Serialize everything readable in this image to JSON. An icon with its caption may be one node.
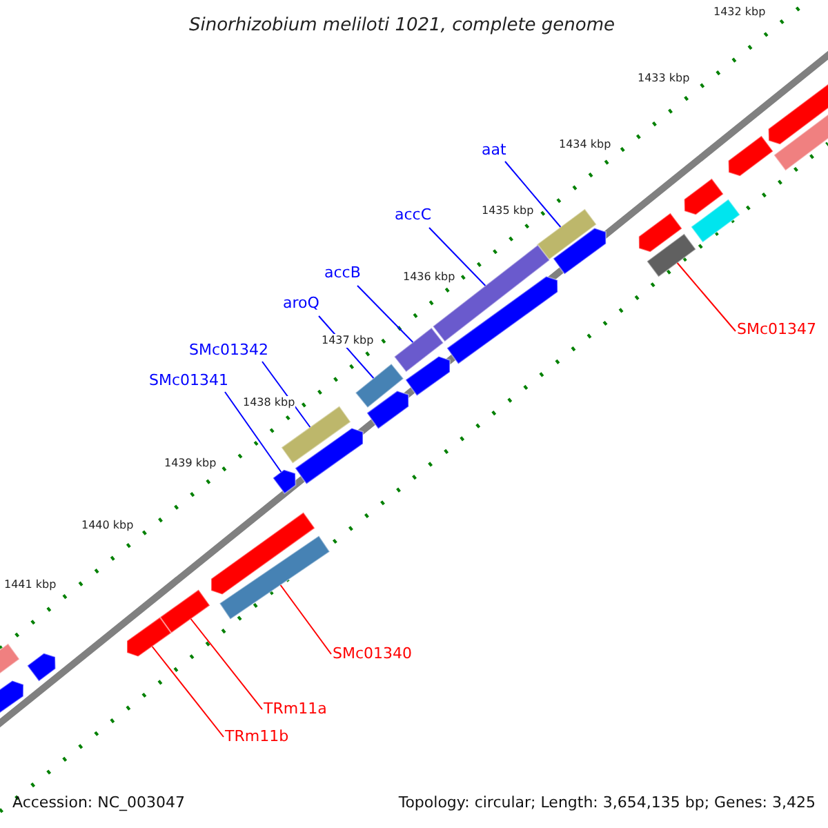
{
  "diagram": {
    "title": "Sinorhizobium meliloti 1021, complete genome",
    "nodes": [
      {
        "text": [
          "aat"
        ]
      },
      {
        "text": [
          "accC"
        ]
      },
      {
        "text": [
          "accB"
        ]
      },
      {
        "text": [
          "aroQ"
        ]
      },
      {
        "text": [
          "SMc01342"
        ]
      },
      {
        "text": [
          "SMc01341"
        ]
      },
      {
        "text": [
          "SMc01347"
        ]
      },
      {
        "text": [
          "SMc01340"
        ]
      },
      {
        "text": [
          "TRm11a"
        ]
      },
      {
        "text": [
          "TRm11b"
        ]
      },
      {
        "text": [],
        "shape": "bar"
      },
      {
        "text": [],
        "shape": "bar"
      },
      {
        "text": [],
        "shape": "bar"
      },
      {
        "text": [],
        "shape": "bar"
      },
      {
        "text": [],
        "shape": "bar"
      },
      {
        "text": [],
        "shape": "arrow"
      },
      {
        "text": [],
        "shape": "bar"
      },
      {
        "text": [],
        "shape": "bar"
      },
      {
        "text": [],
        "shape": "bar"
      },
      {
        "text": [],
        "shape": "arrow"
      },
      {
        "text": [],
        "shape": "arrow"
      },
      {
        "text": [],
        "shape": "arrow"
      },
      {
        "text": [],
        "shape": "arrow"
      },
      {
        "text": [],
        "shape": "arrow"
      },
      {
        "text": [],
        "shape": "arrow"
      },
      {
        "text": [],
        "shape": "arrow"
      },
      {
        "text": [],
        "shape": "arrow"
      },
      {
        "text": [],
        "shape": "bar"
      },
      {
        "text": [],
        "shape": "arrow"
      },
      {
        "text": [],
        "shape": "arrow"
      },
      {
        "text": [],
        "shape": "bar"
      },
      {
        "text": [],
        "shape": "arrow"
      },
      {
        "text": [],
        "shape": "bar"
      },
      {
        "text": [],
        "shape": "arrow"
      },
      {
        "text": [],
        "shape": "arrow"
      }
    ],
    "edges": [
      {
        "from": 0,
        "to": 10,
        "arrow": "none"
      },
      {
        "from": 1,
        "to": 11,
        "arrow": "none"
      },
      {
        "from": 2,
        "to": 12,
        "arrow": "none"
      },
      {
        "from": 3,
        "to": 13,
        "arrow": "none"
      },
      {
        "from": 4,
        "to": 14,
        "arrow": "none"
      },
      {
        "from": 5,
        "to": 15,
        "arrow": "none"
      },
      {
        "from": 6,
        "to": 16,
        "arrow": "none",
        "color": "#ff0000"
      },
      {
        "from": 7,
        "to": 17,
        "arrow": "none",
        "color": "#ff0000"
      },
      {
        "from": 8,
        "to": 18,
        "arrow": "none",
        "color": "#ff0000"
      },
      {
        "from": 9,
        "to": 19,
        "arrow": "none",
        "color": "#ff0000"
      }
    ],
    "labels": [
      "1432 kbp",
      "1433 kbp",
      "1434 kbp",
      "1435 kbp",
      "1436 kbp",
      "1437 kbp",
      "1438 kbp",
      "1439 kbp",
      "1440 kbp",
      "1441 kbp",
      "Accession: NC_003047",
      "Topology: circular; Length: 3,654,135 bp; Genes: 3,425"
    ]
  }
}
